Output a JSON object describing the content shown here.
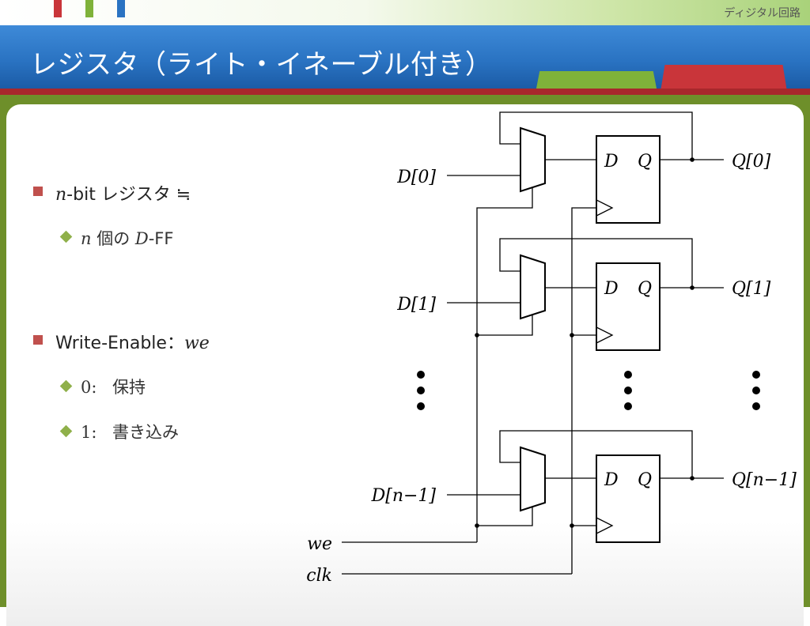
{
  "header": {
    "course_name": "ディジタル回路",
    "tick_colors": [
      "#c9353a",
      "#7fb23a",
      "#2a73c2"
    ]
  },
  "title": "レジスタ（ライト・イネーブル付き）",
  "bullets": [
    {
      "var": "n",
      "text": "-bit レジスタ ≒",
      "subs": [
        {
          "var": "n",
          "text": " 個の ",
          "var2": "D",
          "text2": "-FF"
        }
      ]
    },
    {
      "text": "Write-Enable：",
      "var": "we",
      "subs": [
        {
          "num": "0:",
          "text": "保持"
        },
        {
          "num": "1:",
          "text": "書き込み"
        }
      ]
    }
  ],
  "diagram": {
    "inputs": [
      "D[0]",
      "D[1]",
      "D[n−1]"
    ],
    "outputs": [
      "Q[0]",
      "Q[1]",
      "Q[n−1]"
    ],
    "ff_d_label": "D",
    "ff_q_label": "Q",
    "signals": {
      "we": "we",
      "clk": "clk"
    }
  }
}
